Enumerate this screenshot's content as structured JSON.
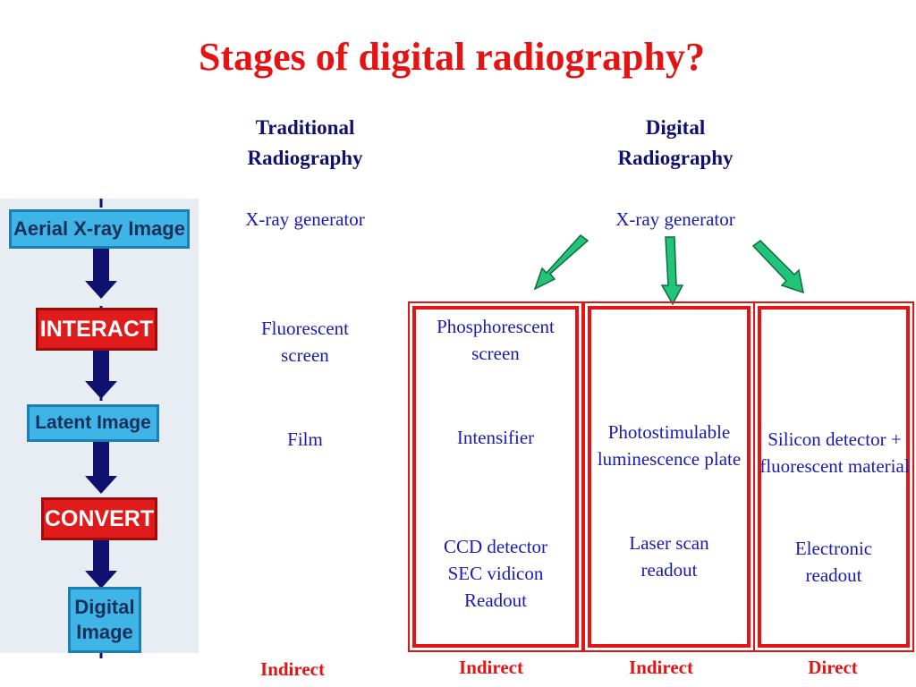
{
  "title": "Stages of digital radiography?",
  "flowchart": {
    "aerial": "Aerial X-ray Image",
    "interact": "INTERACT",
    "latent": "Latent Image",
    "convert": "CONVERT",
    "digital": "Digital Image"
  },
  "traditional": {
    "heading": "Traditional Radiography",
    "generator": "X-ray generator",
    "screen": "Fluorescent screen",
    "film": "Film",
    "type": "Indirect"
  },
  "digital": {
    "heading": "Digital Radiography",
    "generator": "X-ray generator",
    "col1": {
      "screen": "Phosphorescent screen",
      "intensifier": "Intensifier",
      "readout": "CCD detector SEC vidicon Readout",
      "type": "Indirect"
    },
    "col2": {
      "plate": "Photostimulable luminescence plate",
      "readout": "Laser scan readout",
      "type": "Indirect"
    },
    "col3": {
      "detector": "Silicon detector + fluorescent material",
      "readout": "Electronic readout",
      "type": "Direct"
    }
  },
  "colors": {
    "title_red": "#e41414",
    "text_blue": "#1a1ab0",
    "arrow_green": "#22c47a",
    "box_cyan": "#3fb4e6",
    "box_red": "#e01b1b",
    "flow_arrow": "#10106e"
  }
}
